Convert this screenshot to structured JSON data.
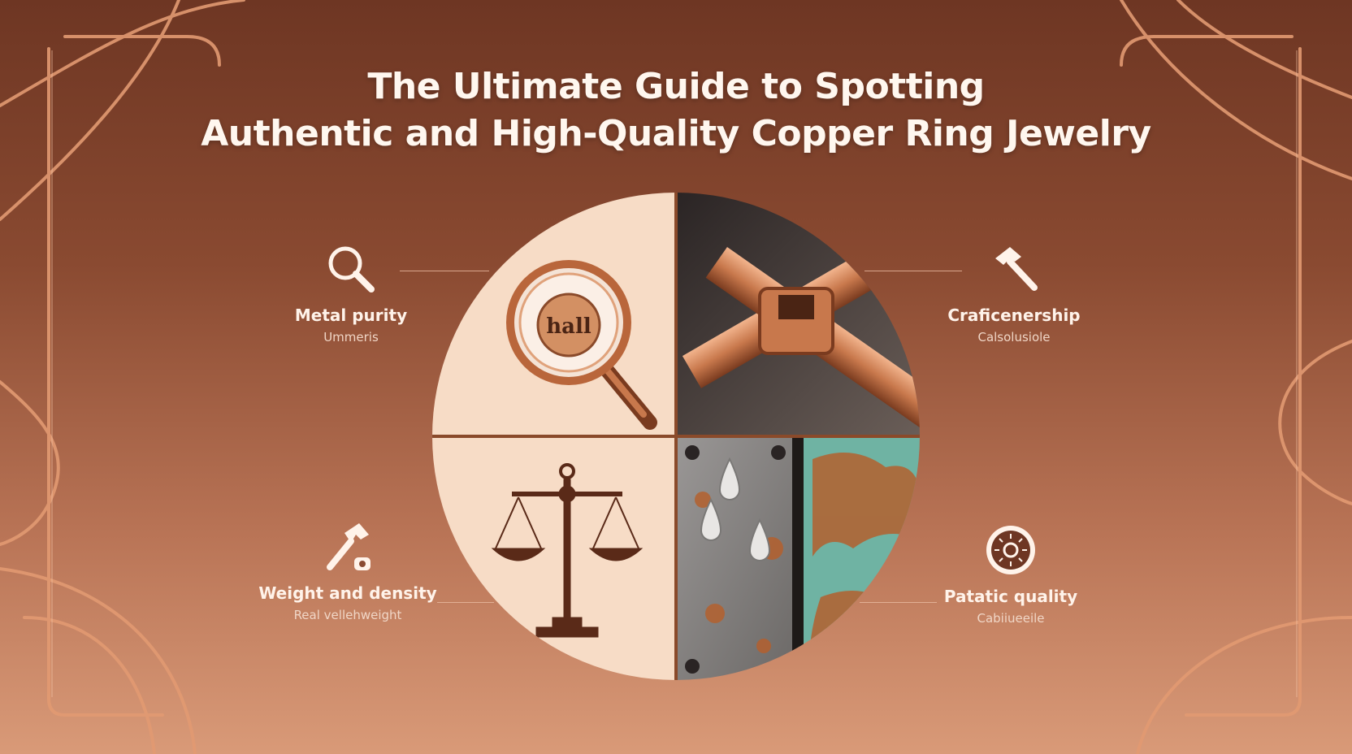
{
  "title": {
    "line1": "The Ultimate Guide to Spotting",
    "line2": "Authentic and High-Quality Copper Ring Jewelry"
  },
  "features": {
    "top_left": {
      "label": "Metal purity",
      "sub": "Ummeris",
      "icon": "magnifying-glass-icon"
    },
    "top_right": {
      "label": "Craficenership",
      "sub": "Calsolusiole",
      "icon": "hammer-icon"
    },
    "bottom_left": {
      "label": "Weight and density",
      "sub": "Real vellehweight",
      "icon": "hammer-weight-icon"
    },
    "bottom_right": {
      "label": "Patatic quality",
      "sub": "Cabiiueeile",
      "icon": "dial-icon"
    }
  },
  "quadrants": {
    "hallmark_text": "hall",
    "top_left_image": "magnifier-on-hallmark",
    "top_right_image": "copper-pipe-joint",
    "bottom_left_image": "balance-scale",
    "bottom_right_image": "weathered-patina-metal"
  },
  "colors": {
    "background_top": "#6e3623",
    "background_bottom": "#d99a78",
    "cream": "#f7dcc6",
    "copper": "#c87a4e",
    "patina": "#6fb3a3"
  }
}
